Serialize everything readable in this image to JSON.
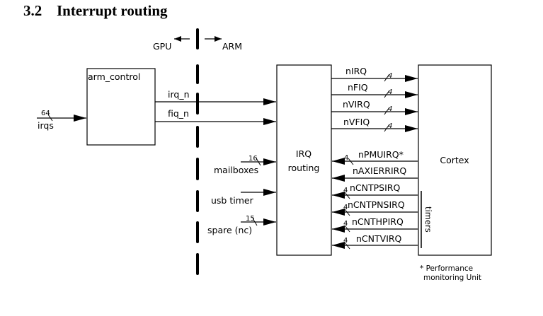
{
  "section": {
    "number": "3.2",
    "title": "Interrupt routing"
  },
  "domains": {
    "left": "GPU",
    "right": "ARM"
  },
  "blocks": {
    "arm_control": "arm_control",
    "irq_routing_line1": "IRQ",
    "irq_routing_line2": "routing",
    "cortex": "Cortex"
  },
  "inputs": {
    "irqs": {
      "label": "irqs",
      "width": "64"
    },
    "irq_n": "irq_n",
    "fiq_n": "fiq_n",
    "mailboxes": {
      "label": "mailboxes",
      "width": "16"
    },
    "usb_timer": {
      "label": "usb timer"
    },
    "spare": {
      "label": "spare (nc)",
      "width": "15"
    }
  },
  "outputs": [
    {
      "label": "nIRQ",
      "width": "4"
    },
    {
      "label": "nFIQ",
      "width": "4"
    },
    {
      "label": "nVIRQ",
      "width": "4"
    },
    {
      "label": "nVFIQ",
      "width": "4"
    }
  ],
  "returns": [
    {
      "label": "nPMUIRQ*",
      "width": "4"
    },
    {
      "label": "nAXIERRIRQ",
      "width": ""
    },
    {
      "label": "nCNTPSIRQ",
      "width": "4"
    },
    {
      "label": "nCNTPNSIRQ",
      "width": "4"
    },
    {
      "label": "nCNTHPIRQ",
      "width": "4"
    },
    {
      "label": "nCNTVIRQ",
      "width": "4"
    }
  ],
  "timers_group": "timers",
  "footnote": {
    "line1": "* Performance",
    "line2": "monitoring Unit"
  }
}
